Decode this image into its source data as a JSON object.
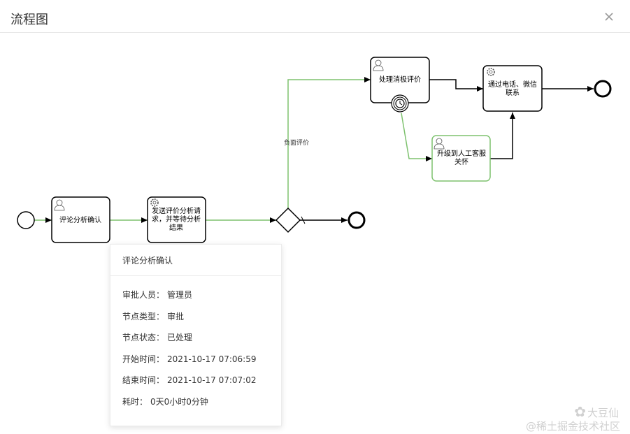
{
  "dialog": {
    "title": "流程图",
    "close_icon": "close-icon"
  },
  "diagram": {
    "tasks": {
      "confirm": "评论分析确认",
      "send_line1": "发送评价分析请",
      "send_line2": "求，并等待分析",
      "send_line3": "结果",
      "handle_negative": "处理消极评价",
      "contact_line1": "通过电话、微信",
      "contact_line2": "联系",
      "upgrade_line1": "升级到人工客服",
      "upgrade_line2": "关怀"
    },
    "flow_label_negative": "负面评价",
    "colors": {
      "completed_flow": "#7ec26f",
      "pending_flow": "#000000",
      "node_border": "#000000",
      "highlight_border": "#7ec26f"
    }
  },
  "popup": {
    "title": "评论分析确认",
    "rows": [
      {
        "key": "审批人员：",
        "value": "管理员"
      },
      {
        "key": "节点类型：",
        "value": "审批"
      },
      {
        "key": "节点状态：",
        "value": "已处理"
      },
      {
        "key": "开始时间：",
        "value": "2021-10-17 07:06:59"
      },
      {
        "key": "结束时间：",
        "value": "2021-10-17 07:07:02"
      },
      {
        "key": "耗时：",
        "value": "0天0小时0分钟"
      }
    ]
  },
  "watermark": {
    "line1": "大豆仙",
    "line2": "@稀土掘金技术社区"
  }
}
